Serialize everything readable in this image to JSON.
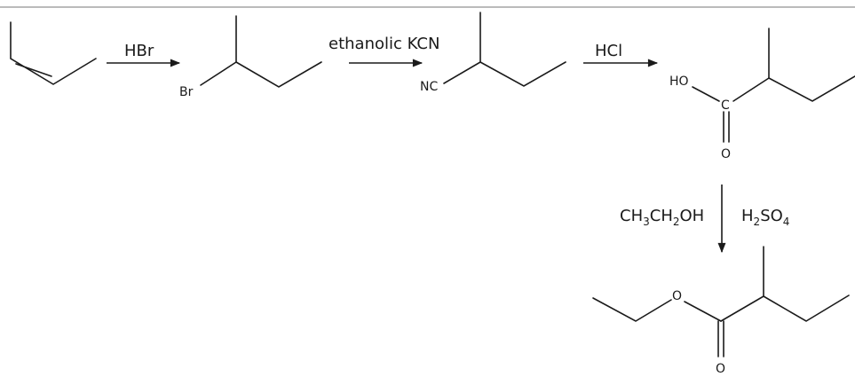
{
  "reagents": {
    "step1": "HBr",
    "step2": "ethanolic KCN",
    "step3": "HCl",
    "step4_left": {
      "p1": "CH",
      "s1": "3",
      "p2": "CH",
      "s2": "2",
      "p3": "OH"
    },
    "step4_right": {
      "p1": "H",
      "s1": "2",
      "p2": "SO",
      "s2": "4"
    }
  },
  "atoms": {
    "bromo_br": "Br",
    "nitrile_nc": "NC",
    "acid_ho": "HO",
    "acid_c": "C",
    "acid_carbonyl_o": "O",
    "ester_ether_o": "O",
    "ester_carbonyl_o": "O"
  }
}
